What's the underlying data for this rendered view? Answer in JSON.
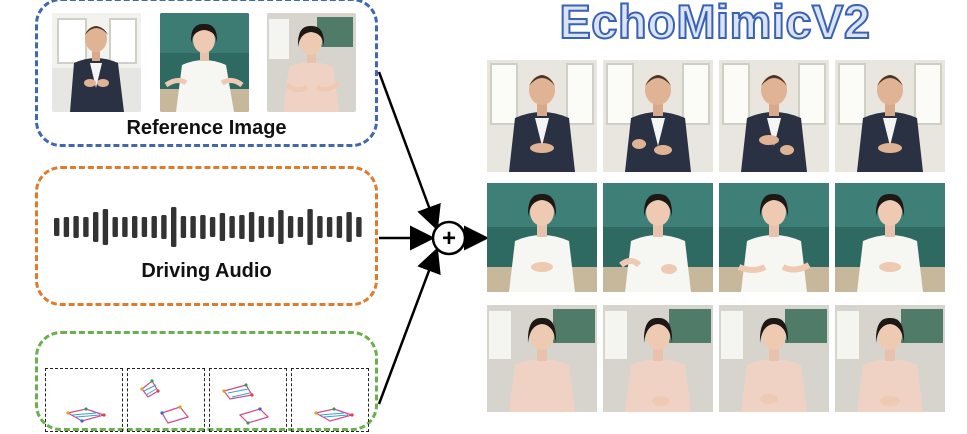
{
  "title": "EchoMimicV2",
  "inputs": {
    "reference_image": {
      "label": "Reference Image"
    },
    "driving_audio": {
      "label": "Driving Audio"
    }
  },
  "operator": "+",
  "colors": {
    "reference_border": "#3f68b0",
    "audio_border": "#e07b2e",
    "pose_border": "#6ab04c",
    "title_fill": "#dbe4f7",
    "title_stroke": "#3a62b4"
  },
  "audio_wave_levels": [
    0.45,
    0.5,
    0.55,
    0.5,
    0.75,
    0.9,
    0.5,
    0.5,
    0.55,
    0.5,
    0.55,
    0.6,
    1.0,
    0.55,
    0.55,
    0.6,
    0.5,
    0.7,
    0.55,
    0.6,
    0.75,
    0.55,
    0.5,
    0.85,
    0.55,
    0.5,
    0.9,
    0.55,
    0.5,
    0.55,
    0.75,
    0.5
  ],
  "pose_frame_count": 4,
  "output_grid": {
    "rows": 3,
    "cols": 4
  }
}
